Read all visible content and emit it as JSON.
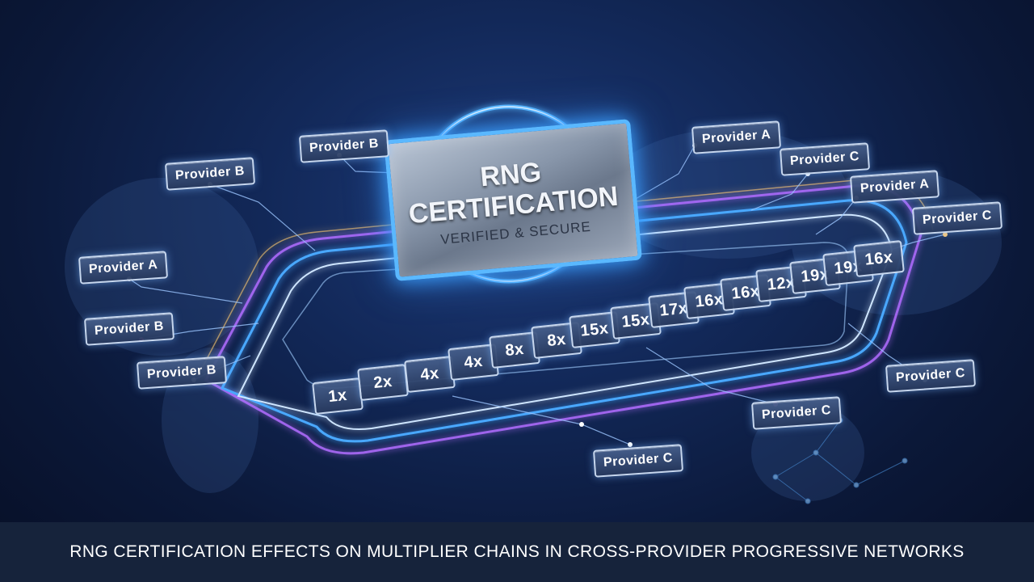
{
  "badge": {
    "line1": "RNG",
    "line2": "CERTIFICATION",
    "subtitle": "VERIFIED & SECURE"
  },
  "multipliers": [
    "1x",
    "2x",
    "4x",
    "4x",
    "8x",
    "8x",
    "15x",
    "15x",
    "17x",
    "16x",
    "16x",
    "12x",
    "19x",
    "19x",
    "16x"
  ],
  "providers": [
    "Provider B",
    "Provider B",
    "Provider A",
    "Provider B",
    "Provider B",
    "Provider A",
    "Provider C",
    "Provider A",
    "Provider C",
    "Provider C",
    "Provider C",
    "Provider C"
  ],
  "caption": "RNG CERTIFICATION EFFECTS ON MULTIPLIER CHAINS IN CROSS-PROVIDER PROGRESSIVE NETWORKS",
  "colors": {
    "glow": "#4aa8ff",
    "purple": "#b06cff",
    "track": "#cfe6ff",
    "gold": "#ffc970"
  }
}
